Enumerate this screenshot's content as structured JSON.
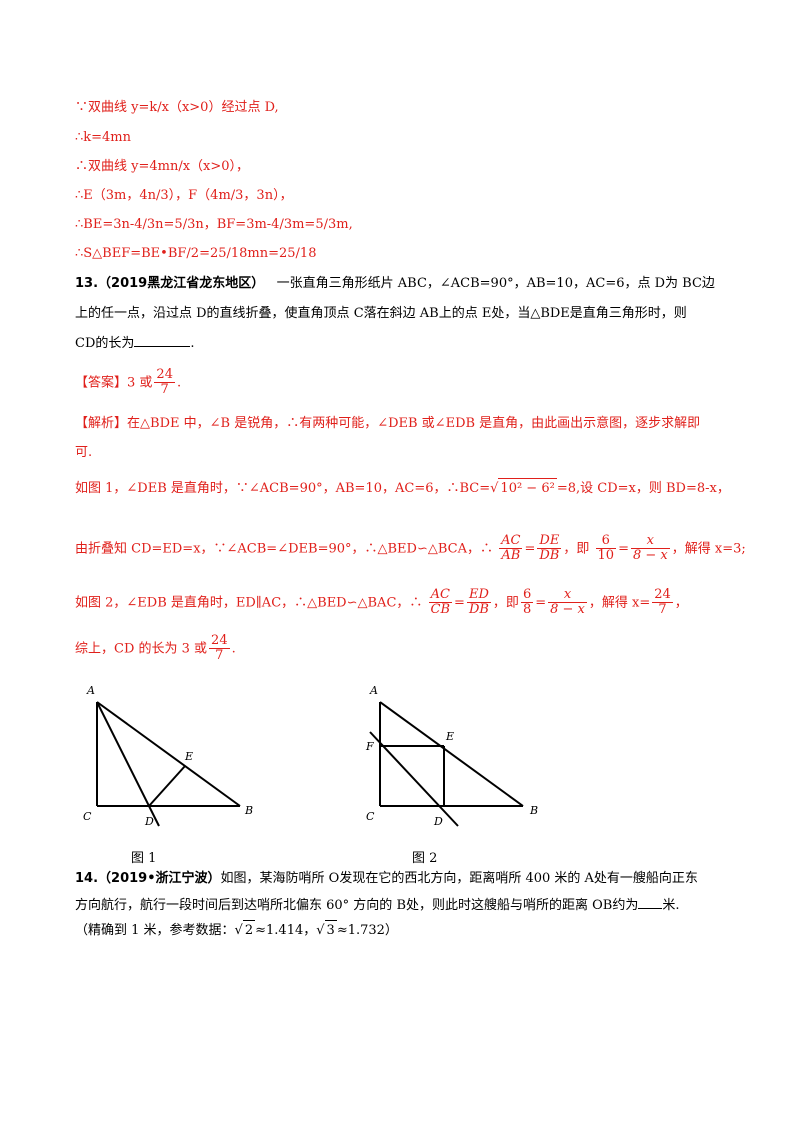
{
  "solution_lines": {
    "l1": "∵双曲线 y=k/x（x>0）经过点 D,",
    "l2": "∴k=4mn",
    "l3": "∴双曲线 y=4mn/x（x>0），",
    "l4": "∴E（3m，4n/3），F（4m/3，3n），",
    "l5": "∴BE=3n-4/3n=5/3n，BF=3m-4/3m=5/3m,",
    "l6": "∴S△BEF=BE•BF/2=25/18mn=25/18"
  },
  "q13": {
    "num": "13.",
    "source": "（2019黑龙江省龙东地区）",
    "line1": "一张直角三角形纸片 ABC，∠ACB=90°，AB=10，AC=6，点 D为 BC边",
    "line2": "上的任一点，沿过点 D的直线折叠，使直角顶点 C落在斜边 AB上的点 E处，当△BDE是直角三角形时，则",
    "line3": "CD的长为",
    "answer_label": "【答案】",
    "answer_a": "3 或",
    "answer_num": "24",
    "answer_den": "7",
    "answer_end": ".",
    "analysis_label": "【解析】",
    "analysis1": "在△BDE 中，∠B 是锐角，∴有两种可能，∠DEB 或∠EDB 是直角，由此画出示意图，逐步求解即",
    "analysis2": "可.",
    "case1_a": "如图 1，∠DEB 是直角时，∵∠ACB=90°，AB=10，AC=6，∴BC=",
    "case1_sqrt": "10² − 6²",
    "case1_b": "=8,设 CD=x，则 BD=8-x，",
    "case2_a": "由折叠知 CD=ED=x，∵∠ACB=∠DEB=90°，∴△BED∽△BCA，∴",
    "f_ac": "AC",
    "f_ab": "AB",
    "f_de": "DE",
    "f_db": "DB",
    "case2_b": "，即",
    "f_6": "6",
    "f_10": "10",
    "f_x": "x",
    "f_8x": "8 − x",
    "case2_c": "，解得 x=3;",
    "case3_a": "如图 2，∠EDB 是直角时，ED∥AC，∴△BED∽△BAC，∴",
    "f_cb": "CB",
    "f_ed": "ED",
    "case3_b": "，即",
    "f_8": "8",
    "case3_c": "，解得 x=",
    "case3_d": "，",
    "summary_a": "综上，CD 的长为 3 或",
    "summary_b": "."
  },
  "figures": {
    "fig1": {
      "caption": "图 1",
      "A": "A",
      "B": "B",
      "C": "C",
      "D": "D",
      "E": "E"
    },
    "fig2": {
      "caption": "图 2",
      "A": "A",
      "B": "B",
      "C": "C",
      "D": "D",
      "E": "E",
      "F": "F"
    }
  },
  "q14": {
    "num": "14.",
    "source": "（2019•浙江宁波）",
    "line1": "如图，某海防哨所 O发现在它的西北方向，距离哨所 400 米的 A处有一艘船向正东",
    "line2a": "方向航行，航行一段时间后到达哨所北偏东 60° 方向的 B处，则此时这艘船与哨所的距离 OB约为",
    "line2b": "米.",
    "line3a": "（精确到 1 米，参考数据：",
    "sqrt2": "2",
    "line3b": "≈1.414，",
    "sqrt3": "3",
    "line3c": "≈1.732）"
  }
}
